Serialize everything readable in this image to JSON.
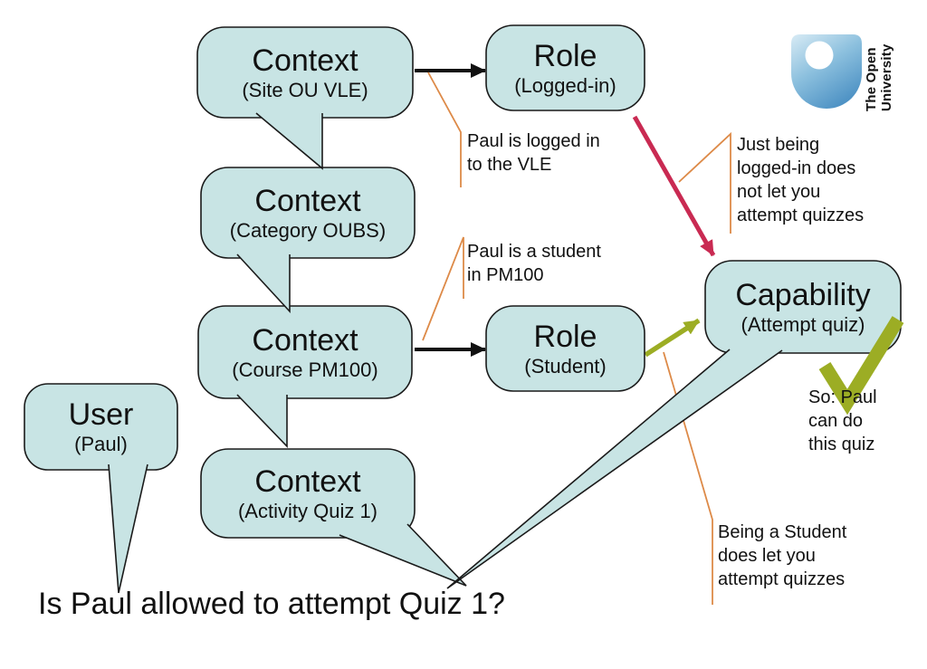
{
  "question": "Is Paul allowed to attempt Quiz 1?",
  "logo": {
    "name": "The Open University",
    "line1": "The Open",
    "line2": "University"
  },
  "nodes": {
    "context_site": {
      "title": "Context",
      "subtitle": "(Site OU VLE)"
    },
    "role_logged_in": {
      "title": "Role",
      "subtitle": "(Logged-in)"
    },
    "context_category": {
      "title": "Context",
      "subtitle": "(Category OUBS)"
    },
    "context_course": {
      "title": "Context",
      "subtitle": "(Course PM100)"
    },
    "role_student": {
      "title": "Role",
      "subtitle": "(Student)"
    },
    "user": {
      "title": "User",
      "subtitle": "(Paul)"
    },
    "context_activity": {
      "title": "Context",
      "subtitle": "(Activity Quiz 1)"
    },
    "capability": {
      "title": "Capability",
      "subtitle": "(Attempt quiz)"
    }
  },
  "annotations": {
    "paul_logged_in": "Paul is logged in\nto the VLE",
    "paul_student": "Paul is a student\nin PM100",
    "logged_in_not_enough": "Just being\nlogged-in does\nnot let you\nattempt quizzes",
    "so_paul_can": "So: Paul\ncan do\nthis quiz",
    "student_lets_you": "Being a Student\ndoes let you\nattempt quizzes"
  },
  "colors": {
    "bubble-fill": "#c8e4e4",
    "bubble-stroke": "#1a1a1a",
    "arrow-black": "#111111",
    "arrow-red": "#c92a52",
    "arrow-green": "#9cad24",
    "leader-orange": "#dd8a48",
    "logo-blue-light": "#d8ebf5",
    "logo-blue-mid": "#8cc0de",
    "logo-blue-dark": "#4f93c5",
    "text": "#111111"
  }
}
